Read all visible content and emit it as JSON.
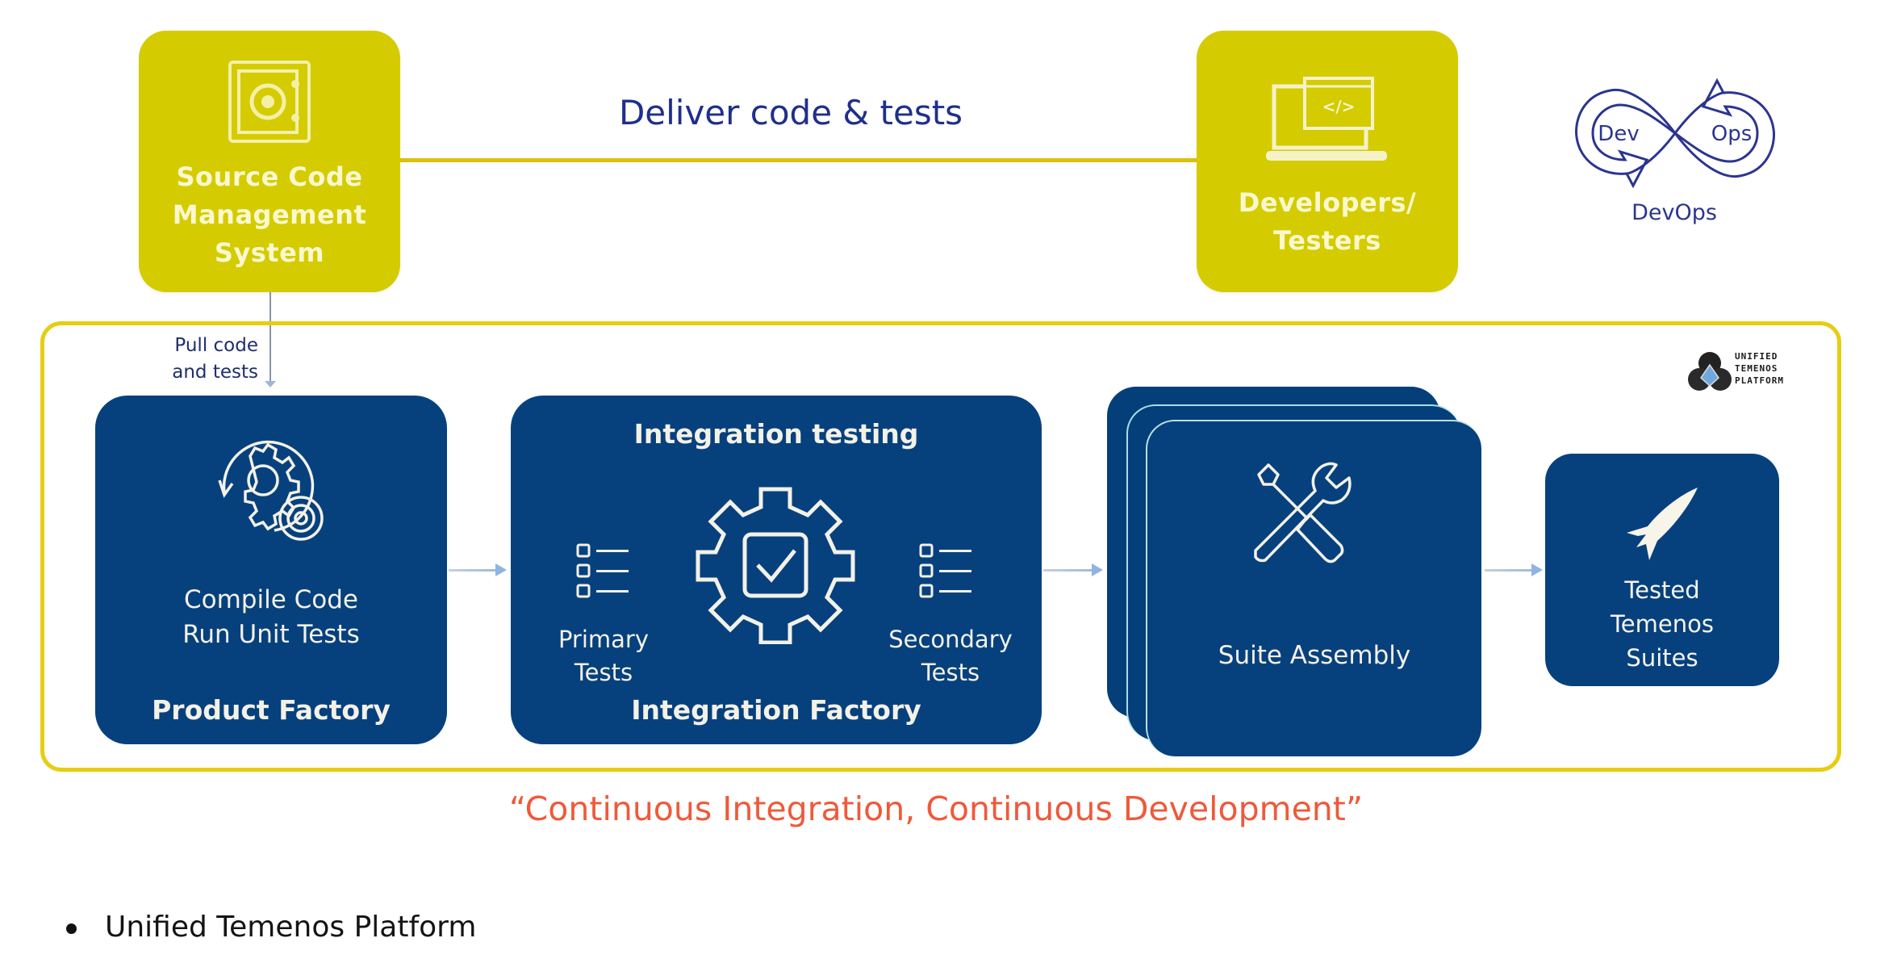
{
  "colors": {
    "yellow_box": "#d4cc00",
    "frame": "#e7cd12",
    "navy_box": "#06417e",
    "deliver_text": "#1f2f8a",
    "tagline": "#ee5a3a",
    "devops": "#2b3590"
  },
  "top": {
    "scm": {
      "icon": "vault-icon",
      "label_lines": [
        "Source Code",
        "Management",
        "System"
      ]
    },
    "deliver_label": "Deliver code & tests",
    "developers": {
      "icon": "laptop-code-icon",
      "label_lines": [
        "Developers/",
        "Testers"
      ]
    },
    "devops": {
      "icon": "infinity-loop-icon",
      "left_text": "Dev",
      "right_text": "Ops",
      "caption": "DevOps"
    }
  },
  "pull_label_lines": [
    "Pull code",
    "and tests"
  ],
  "platform_logo": {
    "icon": "unified-platform-logo",
    "text_lines": [
      "UNIFIED",
      "TEMENOS",
      "PLATFORM"
    ]
  },
  "pipeline": {
    "product_factory": {
      "icon": "gears-cycle-icon",
      "description_lines": [
        "Compile Code",
        "Run Unit Tests"
      ],
      "title": "Product Factory"
    },
    "integration_factory": {
      "heading": "Integration testing",
      "icon": "gear-checkbox-icon",
      "primary_lines": [
        "Primary",
        "Tests"
      ],
      "secondary_lines": [
        "Secondary",
        "Tests"
      ],
      "checklist_icon": "checklist-icon",
      "title": "Integration Factory"
    },
    "suite_assembly": {
      "icon": "tools-icon",
      "label": "Suite Assembly"
    },
    "tested_suites": {
      "icon": "rocket-icon",
      "label_lines": [
        "Tested",
        "Temenos",
        "Suites"
      ]
    }
  },
  "tagline": "“Continuous Integration, Continuous Development”",
  "bullets": [
    "Unified Temenos Platform"
  ]
}
